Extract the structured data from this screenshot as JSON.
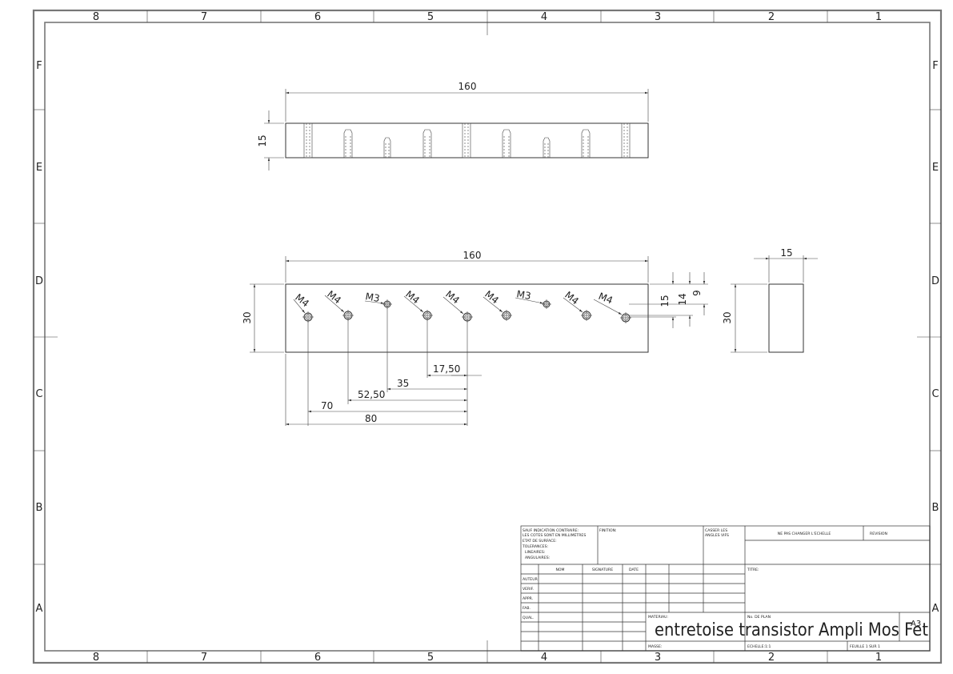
{
  "zones": {
    "columns": [
      "8",
      "7",
      "6",
      "5",
      "4",
      "3",
      "2",
      "1"
    ],
    "rows": [
      "F",
      "E",
      "D",
      "C",
      "B",
      "A"
    ]
  },
  "top_view": {
    "length": "160",
    "height": "15"
  },
  "front_view": {
    "length": "160",
    "height": "30",
    "hole_callouts": [
      "M4",
      "M4",
      "M3",
      "M4",
      "M4",
      "M4",
      "M3",
      "M4",
      "M4"
    ],
    "dims": {
      "d17_50": "17,50",
      "d35": "35",
      "d52_50": "52,50",
      "d70": "70",
      "d80": "80"
    },
    "right_dims": {
      "v15": "15",
      "v14": "14",
      "v9": "9"
    }
  },
  "side_view": {
    "width": "15",
    "height": "30"
  },
  "title_block": {
    "general_notes": [
      "SAUF INDICATION CONTRAIRE:",
      "LES COTES SONT EN MILLIMETRES",
      "ETAT DE SURFACE:",
      "TOLERANCES:",
      "LINEAIRES:",
      "ANGULAIRES:"
    ],
    "finish_label": "FINITION:",
    "break_edges": [
      "CASSER LES",
      "ANGLES VIFS"
    ],
    "no_scale": "NE PAS CHANGER L'ECHELLE",
    "revision_label": "REVISION",
    "col_headers": [
      "NOM",
      "SIGNATURE",
      "DATE"
    ],
    "row_labels": [
      "AUTEUR",
      "VERIF.",
      "APPR.",
      "FAB.",
      "QUAL."
    ],
    "title_label": "TITRE:",
    "material_label": "MATERIAU:",
    "drawing_no_label": "No. DE PLAN",
    "drawing_title": "entretoise transistor Ampli Mos Fet",
    "sheet_size": "A3",
    "mass_label": "MASSE:",
    "scale_label": "ECHELLE:1:1",
    "sheet_label": "FEUILLE 1 SUR 1"
  }
}
